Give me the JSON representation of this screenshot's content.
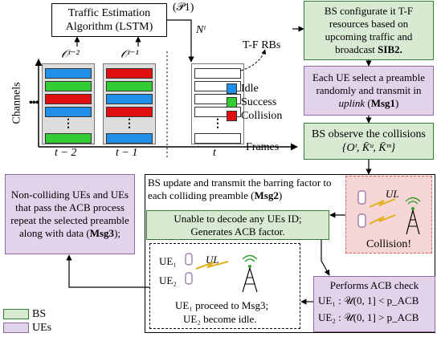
{
  "lstm_box": {
    "line1": "Traffic Estimation",
    "line2": "Algorithm (LSTM)"
  },
  "p1_label": "(𝒫1)",
  "nt_label": "Nᵗ",
  "tf_rbs_label": "T-F RBs",
  "o_t2": "𝒪ᵗ⁻²",
  "o_t1": "𝒪ᵗ⁻¹",
  "channels_label": "Channels",
  "frames_label": "Frames",
  "dots_left": "•••",
  "col_labels": [
    "t − 2",
    "t − 1",
    "t"
  ],
  "legend_right": [
    {
      "label": "Idle",
      "color": "#1f8fe8"
    },
    {
      "label": "Success",
      "color": "#33cc33"
    },
    {
      "label": "Collision",
      "color": "#e01010"
    }
  ],
  "colors": {
    "idle": "#1f8fe8",
    "success": "#33cc33",
    "collision": "#e01010",
    "bs_fill": "#d9ead3",
    "ue_fill": "#e3d3ea",
    "collision_fill": "#f6d5d5"
  },
  "step1": {
    "pre": "BS configurate it T-F resources based on upcoming traffic and broadcast ",
    "bold": "SIB2."
  },
  "step2": {
    "pre": "Each UE select a  preamble randomly and transmit in ",
    "italic": "uplink",
    "mid": " (",
    "bold": "Msg1",
    "post": ")"
  },
  "step3": {
    "line1": "BS observe the collisions",
    "line2": "{Oᵗ, K̄ᵘ, K̄ᵐ}"
  },
  "step4": {
    "pre": "BS update and transmit the barring factor to each colliding preamble (",
    "bold": "Msg2",
    "post": ")"
  },
  "decode_box": {
    "line1": "Unable to decode any  UEs ID;",
    "line2": "Generates ACB factor."
  },
  "collision_box": {
    "ul": "UL",
    "label": "Collision!"
  },
  "acb_box": {
    "title": "Performs ACB check",
    "line1": "UE₁ : 𝒰(0, 1] < p_ACB",
    "line2": "UE₂ : 𝒰(0, 1] > p_ACB"
  },
  "ue_box": {
    "ue1": "UE₁",
    "ue2": "UE₂",
    "ul": "UL",
    "line1": "UE₁ proceed to Msg3;",
    "line2": "UE₂ become idle."
  },
  "msg3_box": {
    "pre": "Non-colliding UEs and UEs that pass the ACB process repeat the selected preamble along with data (",
    "bold": "Msg3",
    "post": ");"
  },
  "legend_bottom": [
    {
      "label": "BS",
      "color": "#d9ead3"
    },
    {
      "label": "UEs",
      "color": "#e3d3ea"
    }
  ]
}
